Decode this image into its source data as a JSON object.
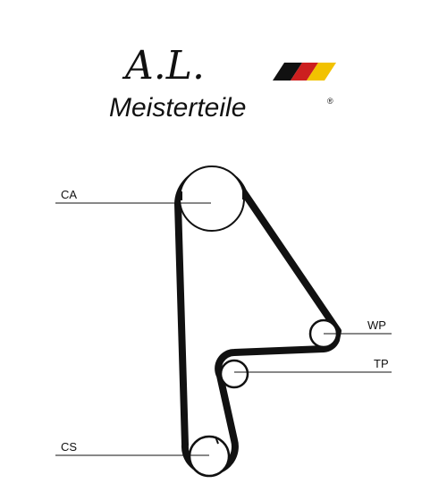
{
  "logo": {
    "script": "A.L.",
    "wordmark": "Meisterteile",
    "registered": "®",
    "flag_colors": [
      "#111111",
      "#cc1f1f",
      "#f2c200"
    ]
  },
  "labels": {
    "ca": "CA",
    "wp": "WP",
    "tp": "TP",
    "cs": "CS"
  },
  "colors": {
    "ink": "#111111",
    "background": "#ffffff"
  }
}
